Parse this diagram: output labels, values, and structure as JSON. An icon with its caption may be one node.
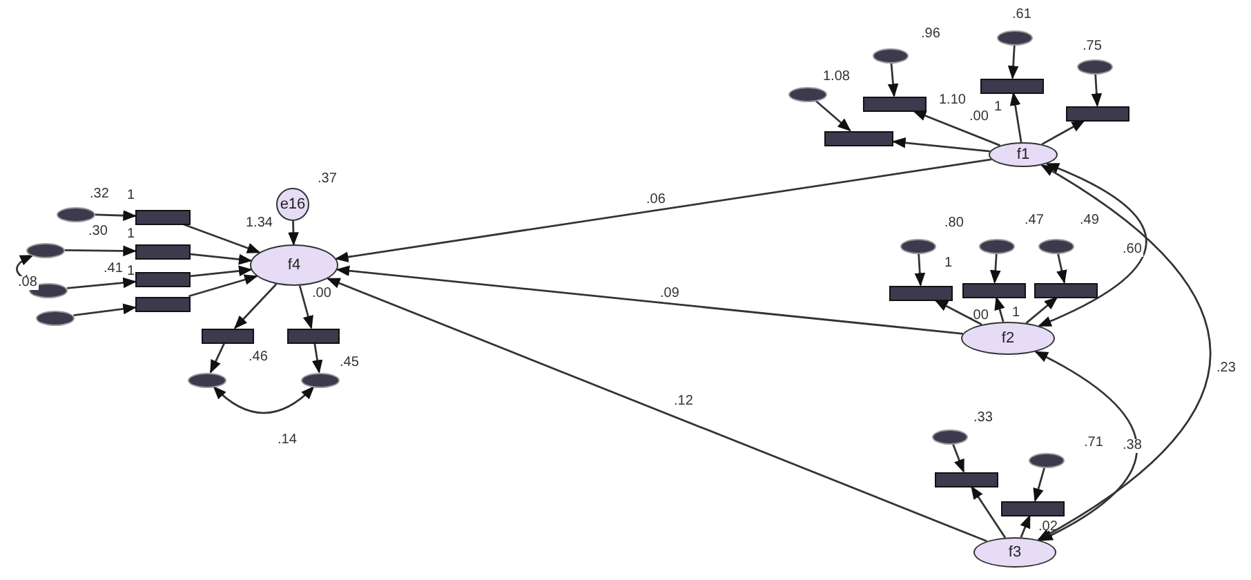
{
  "diagram": {
    "nodes": [
      {
        "text": [
          "f4"
        ]
      },
      {
        "text": [
          "e16"
        ]
      },
      {
        "text": [],
        "shape": "box"
      },
      {
        "text": [],
        "shape": "box"
      },
      {
        "text": [],
        "shape": "box"
      },
      {
        "text": [],
        "shape": "box"
      },
      {
        "text": [],
        "shape": "box"
      },
      {
        "text": [],
        "shape": "box"
      },
      {
        "text": [],
        "shape": "ellipse"
      },
      {
        "text": [],
        "shape": "ellipse"
      },
      {
        "text": [],
        "shape": "ellipse"
      },
      {
        "text": [],
        "shape": "ellipse"
      },
      {
        "text": [],
        "shape": "ellipse"
      },
      {
        "text": [],
        "shape": "ellipse"
      },
      {
        "text": [
          "f1"
        ]
      },
      {
        "text": [],
        "shape": "box"
      },
      {
        "text": [],
        "shape": "box"
      },
      {
        "text": [],
        "shape": "box"
      },
      {
        "text": [],
        "shape": "box"
      },
      {
        "text": [],
        "shape": "ellipse"
      },
      {
        "text": [],
        "shape": "ellipse"
      },
      {
        "text": [],
        "shape": "ellipse"
      },
      {
        "text": [],
        "shape": "ellipse"
      },
      {
        "text": [
          "f2"
        ]
      },
      {
        "text": [],
        "shape": "box"
      },
      {
        "text": [],
        "shape": "box"
      },
      {
        "text": [],
        "shape": "box"
      },
      {
        "text": [],
        "shape": "ellipse"
      },
      {
        "text": [],
        "shape": "ellipse"
      },
      {
        "text": [],
        "shape": "ellipse"
      },
      {
        "text": [
          "f3"
        ]
      },
      {
        "text": [],
        "shape": "box"
      },
      {
        "text": [],
        "shape": "box"
      },
      {
        "text": [],
        "shape": "ellipse"
      },
      {
        "text": [],
        "shape": "ellipse"
      }
    ],
    "edges": [
      {
        "from": 1,
        "to": 0,
        "arrow": "to"
      },
      {
        "from": 8,
        "to": 2,
        "arrow": "to"
      },
      {
        "from": 9,
        "to": 3,
        "arrow": "to"
      },
      {
        "from": 10,
        "to": 4,
        "arrow": "to"
      },
      {
        "from": 11,
        "to": 5,
        "arrow": "to"
      },
      {
        "from": 2,
        "to": 0,
        "arrow": "to"
      },
      {
        "from": 3,
        "to": 0,
        "arrow": "to"
      },
      {
        "from": 4,
        "to": 0,
        "arrow": "to"
      },
      {
        "from": 5,
        "to": 0,
        "arrow": "to"
      },
      {
        "from": 0,
        "to": 6,
        "arrow": "to"
      },
      {
        "from": 0,
        "to": 7,
        "arrow": "to"
      },
      {
        "from": 6,
        "to": 12,
        "arrow": "to"
      },
      {
        "from": 7,
        "to": 13,
        "arrow": "to"
      },
      {
        "from": 9,
        "to": 10,
        "arrow": "both",
        "label": ".08"
      },
      {
        "from": 12,
        "to": 13,
        "arrow": "both",
        "label": ".14"
      },
      {
        "from": 14,
        "to": 15,
        "arrow": "to"
      },
      {
        "from": 14,
        "to": 16,
        "arrow": "to"
      },
      {
        "from": 14,
        "to": 17,
        "arrow": "to"
      },
      {
        "from": 14,
        "to": 18,
        "arrow": "to"
      },
      {
        "from": 19,
        "to": 15,
        "arrow": "to"
      },
      {
        "from": 20,
        "to": 16,
        "arrow": "to"
      },
      {
        "from": 21,
        "to": 17,
        "arrow": "to"
      },
      {
        "from": 22,
        "to": 18,
        "arrow": "to"
      },
      {
        "from": 23,
        "to": 24,
        "arrow": "to"
      },
      {
        "from": 23,
        "to": 25,
        "arrow": "to"
      },
      {
        "from": 23,
        "to": 26,
        "arrow": "to"
      },
      {
        "from": 27,
        "to": 24,
        "arrow": "to"
      },
      {
        "from": 28,
        "to": 25,
        "arrow": "to"
      },
      {
        "from": 29,
        "to": 26,
        "arrow": "to"
      },
      {
        "from": 30,
        "to": 31,
        "arrow": "to"
      },
      {
        "from": 30,
        "to": 32,
        "arrow": "to"
      },
      {
        "from": 33,
        "to": 31,
        "arrow": "to"
      },
      {
        "from": 34,
        "to": 32,
        "arrow": "to"
      },
      {
        "from": 14,
        "to": 0,
        "arrow": "to",
        "label": ".06"
      },
      {
        "from": 23,
        "to": 0,
        "arrow": "to",
        "label": ".09"
      },
      {
        "from": 30,
        "to": 0,
        "arrow": "to",
        "label": ".12"
      },
      {
        "from": 14,
        "to": 23,
        "arrow": "both",
        "label": ".60"
      },
      {
        "from": 23,
        "to": 30,
        "arrow": "both",
        "label": ".38"
      },
      {
        "from": 14,
        "to": 30,
        "arrow": "both",
        "label": ".23"
      }
    ],
    "labels": [
      ".32",
      "1",
      ".30",
      "1",
      ".41",
      "1",
      ".37",
      "1.34",
      ".00",
      ".46",
      ".45",
      ".96",
      ".61",
      ".75",
      "1.08",
      "1.10",
      ".00",
      "1",
      ".80",
      ".47",
      ".49",
      "1",
      ".00",
      "1",
      ".33",
      ".71",
      ".02"
    ]
  }
}
